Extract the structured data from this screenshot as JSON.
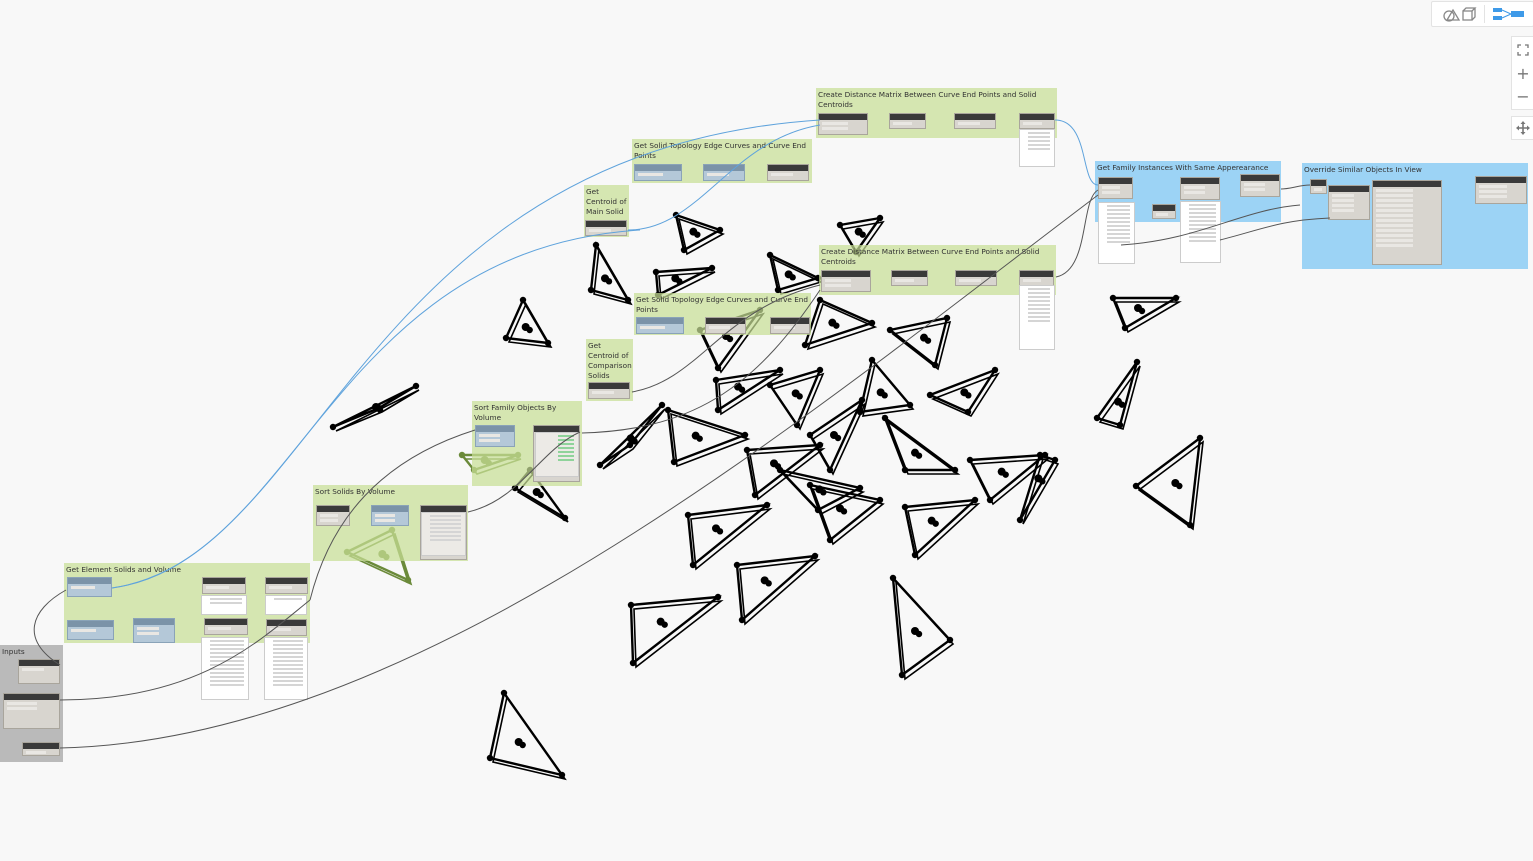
{
  "view_toolbar": {
    "geometry_view_icon": "shapes-cube-icon",
    "graph_view_icon": "node-graph-icon",
    "active": "graph_view"
  },
  "navigation": {
    "zoom_to_fit_icon": "fit-view-icon",
    "zoom_in_label": "+",
    "zoom_out_label": "−",
    "pan_icon": "pan-arrows-icon"
  },
  "groups": [
    {
      "title": "Inputs",
      "color": "#a5a5a5"
    },
    {
      "title": "Get Element Solids and Volume",
      "color": "#c8df96"
    },
    {
      "title": "Sort Solids By Volume",
      "color": "#c8df96"
    },
    {
      "title": "Sort Family Objects By Volume",
      "color": "#c8df96"
    },
    {
      "title": "Get Centroid of Comparison Solids",
      "color": "#c8df96"
    },
    {
      "title": "Get Solid Topology Edge Curves and Curve End Points",
      "color": "#c8df96"
    },
    {
      "title": "Create Distance Matrix Between Curve End Points and Solid Centroids",
      "color": "#c8df96"
    },
    {
      "title": "Get Centroid of Main Solid",
      "color": "#c8df96"
    },
    {
      "title": "Get Solid Topology Edge Curves and Curve End Points",
      "color": "#c8df96"
    },
    {
      "title": "Create Distance Matrix Between Curve End Points and Solid Centroids",
      "color": "#c8df96"
    },
    {
      "title": "Get Family Instances With Same Apperearance",
      "color": "#8ccdf5"
    },
    {
      "title": "Override Similar Objects In View",
      "color": "#8ccdf5"
    }
  ],
  "colors": {
    "background": "#f8f8f8",
    "wire": "#555555",
    "wire_selected": "#5fa3dc",
    "geometry": "#000000",
    "geometry_selected": "#6b8a3a"
  }
}
